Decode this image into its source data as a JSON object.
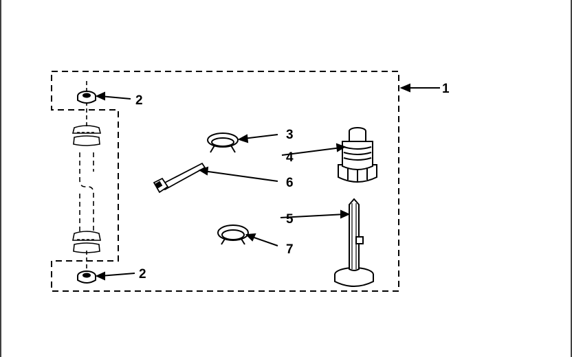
{
  "callouts": {
    "kit": "1",
    "washer_top": "2",
    "washer_bottom": "2",
    "clamp_upper": "3",
    "fitting": "4",
    "leveling_leg": "5",
    "cable_tie": "6",
    "clamp_lower": "7"
  },
  "colors": {
    "ink": "#000000",
    "paper": "#ffffff"
  }
}
